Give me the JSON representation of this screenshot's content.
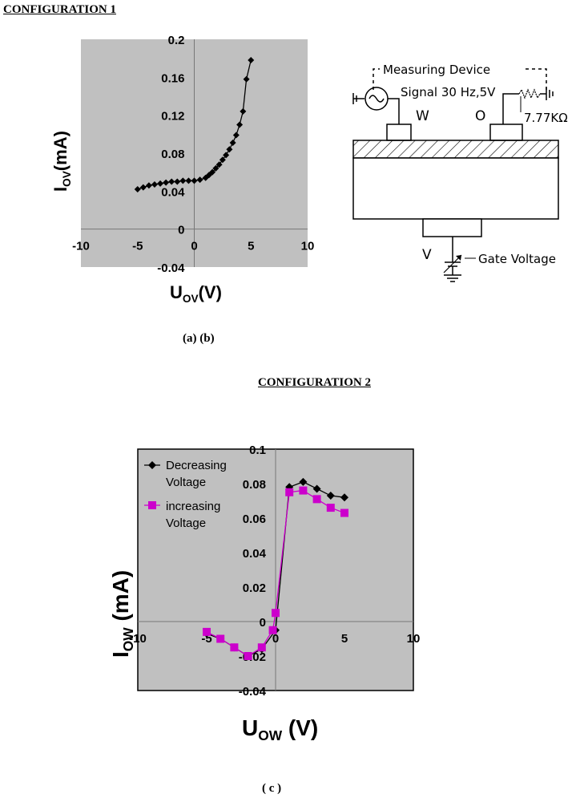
{
  "headings": {
    "config1": "CONFIGURATION 1",
    "config2": "CONFIGURATION 2"
  },
  "captions": {
    "ab": "(a) (b)",
    "c": "( c )"
  },
  "diagram": {
    "measuring_device": "Measuring Device",
    "signal": "Signal 30 Hz,5V",
    "electrode_w": "W",
    "electrode_o": "O",
    "resistor": "7.77KΩ",
    "gate_v": "V",
    "gate_voltage": "Gate Voltage"
  },
  "colors": {
    "plot_bg": "#c0c0c0",
    "decreasing": "#000000",
    "increasing": "#cc00cc"
  },
  "chart_data": [
    {
      "id": "a",
      "type": "scatter",
      "xlabel_main": "U",
      "xlabel_sub": "OV",
      "xlabel_unit": "(V)",
      "ylabel_main": "I",
      "ylabel_sub": "OV",
      "ylabel_unit": "(mA)",
      "xlim": [
        -10,
        10
      ],
      "ylim": [
        -0.04,
        0.2
      ],
      "xticks": [
        -10,
        -5,
        0,
        5,
        10
      ],
      "xtick_labels": [
        "-10",
        "-5",
        "0",
        "5",
        "10"
      ],
      "yticks": [
        -0.04,
        0,
        0.04,
        0.08,
        0.12,
        0.16,
        0.2
      ],
      "ytick_labels": [
        "-0.04",
        "0",
        "0.04",
        "0.08",
        "0.12",
        "0.16",
        "0.2"
      ],
      "grid": false,
      "series": [
        {
          "color": "#000000",
          "x": [
            -5,
            -4.5,
            -4,
            -3.5,
            -3,
            -2.5,
            -2,
            -1.5,
            -1,
            -0.5,
            0,
            0.5,
            1,
            1.3,
            1.6,
            1.9,
            2.2,
            2.5,
            2.8,
            3.1,
            3.4,
            3.7,
            4,
            4.3,
            4.6,
            5
          ],
          "y": [
            0.042,
            0.044,
            0.046,
            0.047,
            0.048,
            0.049,
            0.05,
            0.05,
            0.051,
            0.051,
            0.051,
            0.052,
            0.054,
            0.057,
            0.06,
            0.064,
            0.068,
            0.073,
            0.078,
            0.084,
            0.091,
            0.099,
            0.11,
            0.124,
            0.158,
            0.178
          ]
        }
      ]
    },
    {
      "id": "c",
      "type": "line",
      "xlabel_main": "U",
      "xlabel_sub": "OW",
      "xlabel_unit": " (V)",
      "ylabel_main": "I",
      "ylabel_sub": "OW",
      "ylabel_unit": " (mA)",
      "xlim": [
        -10,
        10
      ],
      "ylim": [
        -0.04,
        0.1
      ],
      "xticks": [
        -10,
        -5,
        0,
        5,
        10
      ],
      "xtick_labels": [
        "-10",
        "-5",
        "0",
        "5",
        "10"
      ],
      "yticks": [
        -0.04,
        -0.02,
        0,
        0.02,
        0.04,
        0.06,
        0.08,
        0.1
      ],
      "ytick_labels": [
        "-0.04",
        "-0.02",
        "0",
        "0.02",
        "0.04",
        "0.06",
        "0.08",
        "0.1"
      ],
      "grid": false,
      "legend_position": "top-left",
      "series": [
        {
          "name": "Decreasing Voltage",
          "legend_line1": "Decreasing",
          "legend_line2": "Voltage",
          "marker": "diamond",
          "color": "#000000",
          "x": [
            -5,
            -4,
            -3,
            -2,
            -1,
            0,
            1,
            2,
            3,
            4,
            5
          ],
          "y": [
            -0.007,
            -0.01,
            -0.015,
            -0.02,
            -0.016,
            -0.005,
            0.078,
            0.081,
            0.077,
            0.073,
            0.072
          ]
        },
        {
          "name": "increasing Voltage",
          "legend_line1": "increasing",
          "legend_line2": "Voltage",
          "marker": "square",
          "color": "#cc00cc",
          "x": [
            -5,
            -4,
            -3,
            -2,
            -1,
            -0.2,
            0,
            1,
            2,
            3,
            4,
            5
          ],
          "y": [
            -0.006,
            -0.01,
            -0.015,
            -0.02,
            -0.015,
            -0.005,
            0.005,
            0.075,
            0.076,
            0.071,
            0.066,
            0.063
          ]
        }
      ]
    }
  ]
}
